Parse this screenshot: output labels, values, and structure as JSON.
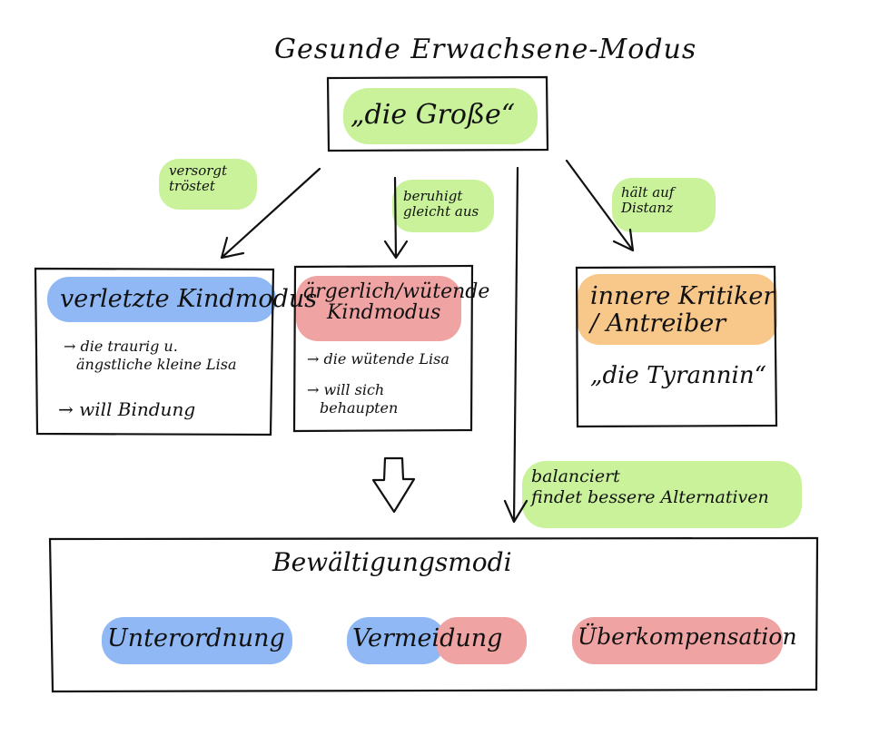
{
  "title": "Gesunde Erwachsene-Modus",
  "top_box": {
    "label": "„die Große“"
  },
  "edges": {
    "left": [
      "versorgt",
      "tröstet"
    ],
    "middle": [
      "beruhigt",
      "gleicht aus"
    ],
    "right": [
      "hält auf",
      "Distanz"
    ],
    "down": [
      "balanciert",
      "findet bessere Alternativen"
    ]
  },
  "child_boxes": {
    "vulnerable": {
      "title": "verletzte Kindmodus",
      "lines": [
        "→ die traurig u.",
        "ängstliche kleine Lisa",
        "→ will Bindung"
      ]
    },
    "angry": {
      "title": [
        "ärgerlich/wütende",
        "Kindmodus"
      ],
      "lines": [
        "→ die wütende Lisa",
        "→ will sich",
        "behaupten"
      ]
    },
    "critic": {
      "title": [
        "innere Kritiker",
        "/ Antreiber"
      ],
      "lines": [
        "„die Tyrannin“"
      ]
    }
  },
  "coping": {
    "title": "Bewältigungsmodi",
    "modes": [
      "Unterordnung",
      "Vermeidung",
      "Überkompensation"
    ]
  },
  "colors": {
    "green": "#c9f29a",
    "blue": "#8fb8f5",
    "red": "#f0a3a3",
    "orange": "#f8c88a"
  }
}
